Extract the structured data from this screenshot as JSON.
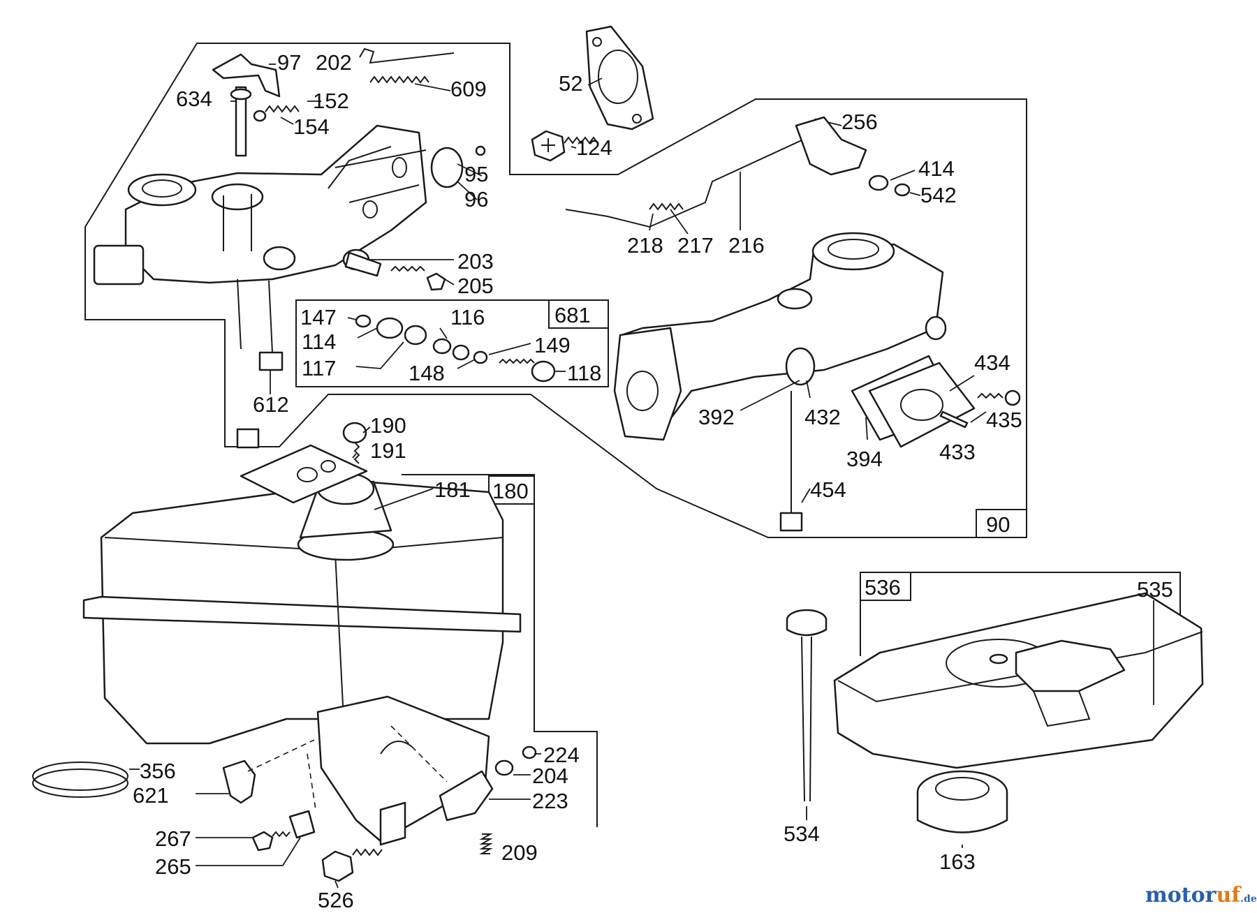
{
  "callouts": [
    {
      "id": "97",
      "label": "97"
    },
    {
      "id": "202",
      "label": "202"
    },
    {
      "id": "609",
      "label": "609"
    },
    {
      "id": "634",
      "label": "634"
    },
    {
      "id": "152",
      "label": "152"
    },
    {
      "id": "154",
      "label": "154"
    },
    {
      "id": "52",
      "label": "52"
    },
    {
      "id": "124",
      "label": "124"
    },
    {
      "id": "95",
      "label": "95"
    },
    {
      "id": "96",
      "label": "96"
    },
    {
      "id": "256",
      "label": "256"
    },
    {
      "id": "414",
      "label": "414"
    },
    {
      "id": "542",
      "label": "542"
    },
    {
      "id": "218",
      "label": "218"
    },
    {
      "id": "217",
      "label": "217"
    },
    {
      "id": "216",
      "label": "216"
    },
    {
      "id": "203",
      "label": "203"
    },
    {
      "id": "205",
      "label": "205"
    },
    {
      "id": "147",
      "label": "147"
    },
    {
      "id": "116",
      "label": "116"
    },
    {
      "id": "114",
      "label": "114"
    },
    {
      "id": "149",
      "label": "149"
    },
    {
      "id": "117",
      "label": "117"
    },
    {
      "id": "148",
      "label": "148"
    },
    {
      "id": "118",
      "label": "118"
    },
    {
      "id": "612",
      "label": "612"
    },
    {
      "id": "434",
      "label": "434"
    },
    {
      "id": "392",
      "label": "392"
    },
    {
      "id": "432",
      "label": "432"
    },
    {
      "id": "435",
      "label": "435"
    },
    {
      "id": "394",
      "label": "394"
    },
    {
      "id": "433",
      "label": "433"
    },
    {
      "id": "190",
      "label": "190"
    },
    {
      "id": "191",
      "label": "191"
    },
    {
      "id": "181",
      "label": "181"
    },
    {
      "id": "454",
      "label": "454"
    },
    {
      "id": "535",
      "label": "535"
    },
    {
      "id": "224",
      "label": "224"
    },
    {
      "id": "356",
      "label": "356"
    },
    {
      "id": "204",
      "label": "204"
    },
    {
      "id": "621",
      "label": "621"
    },
    {
      "id": "223",
      "label": "223"
    },
    {
      "id": "534",
      "label": "534"
    },
    {
      "id": "163",
      "label": "163"
    },
    {
      "id": "267",
      "label": "267"
    },
    {
      "id": "209",
      "label": "209"
    },
    {
      "id": "265",
      "label": "265"
    },
    {
      "id": "526",
      "label": "526"
    }
  ],
  "boxed_labels": [
    {
      "id": "681",
      "label": "681"
    },
    {
      "id": "180",
      "label": "180"
    },
    {
      "id": "90",
      "label": "90"
    },
    {
      "id": "536",
      "label": "536"
    }
  ],
  "watermark": {
    "part1": "motor",
    "part2": "uf",
    "suffix": ".de",
    "color1": "#2a5fa8",
    "color2": "#e07a1c"
  }
}
